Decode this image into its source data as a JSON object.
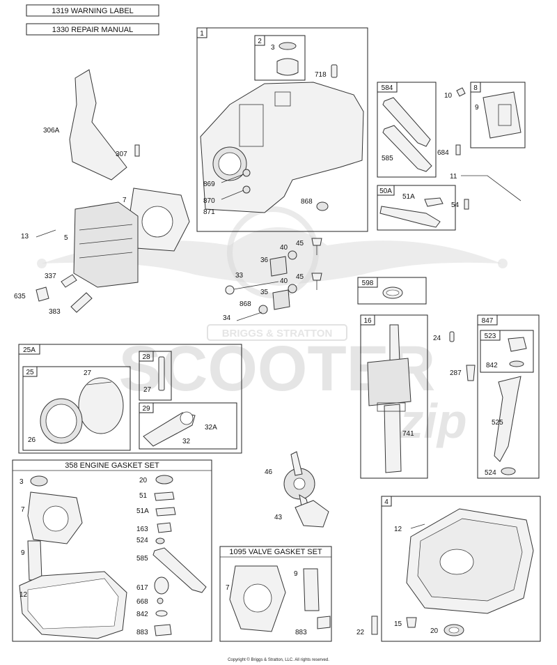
{
  "header_labels": {
    "warning_label": "1319 WARNING LABEL",
    "repair_manual": "1330 REPAIR MANUAL"
  },
  "watermark": {
    "brand": "BRIGGS & STRATTON",
    "word": "SCOOTER",
    "script": "zip"
  },
  "callout_numbers": {
    "n1": "1",
    "n2": "2",
    "n3": "3",
    "n718": "718",
    "n584": "584",
    "n585": "585",
    "n8": "8",
    "n9": "9",
    "n10": "10",
    "n684": "684",
    "n11": "11",
    "n50a": "50A",
    "n51a": "51A",
    "n54": "54",
    "n306a": "306A",
    "n307": "307",
    "n7": "7",
    "n13": "13",
    "n5": "5",
    "n337": "337",
    "n635": "635",
    "n383": "383",
    "n869": "869",
    "n870": "870",
    "n871": "871",
    "n868": "868",
    "n40": "40",
    "n45": "45",
    "n36": "36",
    "n33": "33",
    "n35": "35",
    "n34": "34",
    "n598": "598",
    "n16": "16",
    "n741": "741",
    "n24": "24",
    "n287": "287",
    "n847": "847",
    "n523": "523",
    "n842": "842",
    "n525": "525",
    "n524": "524",
    "n25a": "25A",
    "n25": "25",
    "n27": "27",
    "n26": "26",
    "n28": "28",
    "n29": "29",
    "n32a": "32A",
    "n32": "32",
    "n46": "46",
    "n43": "43",
    "n4": "4",
    "n12": "12",
    "n22": "22",
    "n15": "15",
    "n20": "20"
  },
  "gasket_set": {
    "title": "358 ENGINE GASKET SET",
    "labels": {
      "g3": "3",
      "g7": "7",
      "g9": "9",
      "g12": "12",
      "g20": "20",
      "g51": "51",
      "g51a": "51A",
      "g163": "163",
      "g524": "524",
      "g585": "585",
      "g617": "617",
      "g668": "668",
      "g842": "842",
      "g883": "883"
    }
  },
  "valve_gasket_set": {
    "title": "1095 VALVE GASKET SET",
    "labels": {
      "v7": "7",
      "v9": "9",
      "v883": "883"
    }
  },
  "copyright": "Copyright © Briggs & Stratton, LLC. All rights reserved."
}
